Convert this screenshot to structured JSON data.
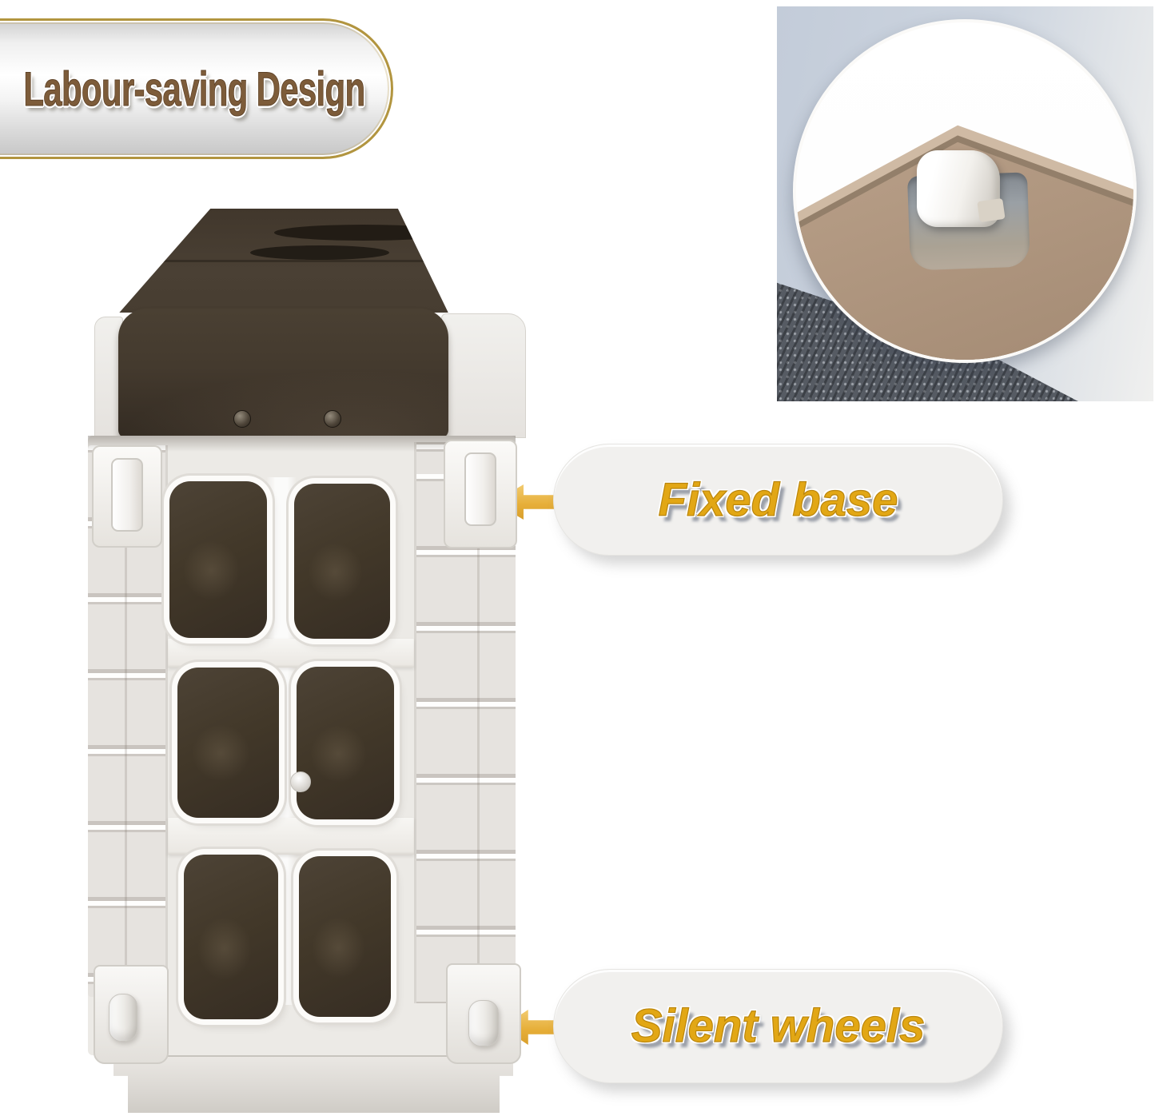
{
  "image_type": "product-feature-annotation",
  "banner": {
    "label": "Labour-saving Design"
  },
  "callouts": {
    "fixed_base": {
      "label": "Fixed base",
      "arrow_icon": "arrow-left"
    },
    "silent_wheels": {
      "label": "Silent wheels",
      "arrow_icon": "arrow-left"
    }
  },
  "inset_photo": {
    "subject": "corner-wheel-close-up"
  },
  "product": {
    "view": "bottom-of-drawer-storage-cart",
    "drawer_handle_slots": 2,
    "bottom_windows": 6,
    "corner_wheels_visible": 2,
    "screws_visible": 3
  },
  "colors": {
    "page_bg": "#ffffff",
    "banner_border": "#b2953f",
    "banner_text": "#7d5c3a",
    "callout_pill": "#f1f0ee",
    "callout_text": "#e2a715",
    "arrow_hi": "#f2cb70",
    "arrow_lo": "#d99f2c",
    "plastic_white": "#eceae6",
    "drawer_brown": "#4a4034",
    "drawer_brown_dark": "#332b22",
    "window_brown": "#362d23",
    "inset_wall": "#ccd4df",
    "inset_carpet": "#565b63",
    "inset_tan": "#b49b84",
    "inset_tan_light": "#cfbaa4",
    "inset_socket": "#9aa0a5",
    "wheel_white": "#f3f1ed"
  }
}
